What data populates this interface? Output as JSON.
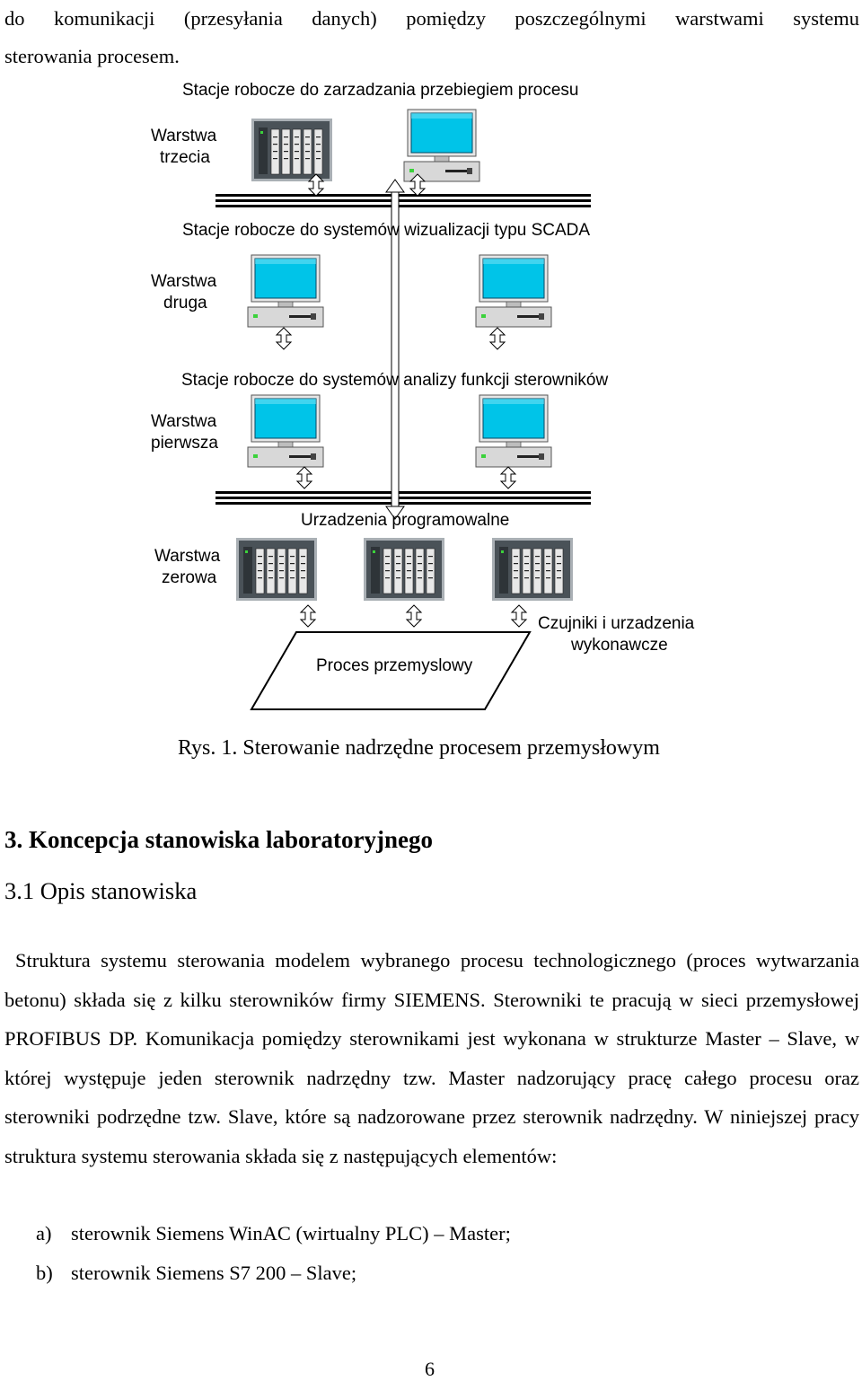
{
  "intro": {
    "line1": "do komunikacji (przesyłania danych) pomiędzy poszczególnymi warstwami systemu",
    "line2": "sterowania procesem."
  },
  "diagram": {
    "layer3_title": "Stacje robocze do zarzadzania przebiegiem procesu",
    "layer3_label_1": "Warstwa",
    "layer3_label_2": "trzecia",
    "layer2_title": "Stacje robocze do systemów wizualizacji typu SCADA",
    "layer2_label_1": "Warstwa",
    "layer2_label_2": "druga",
    "layer1_title": "Stacje robocze do systemów analizy funkcji sterowników",
    "layer1_label_1": "Warstwa",
    "layer1_label_2": "pierwsza",
    "layer0_title": "Urzadzenia programowalne",
    "layer0_label_1": "Warstwa",
    "layer0_label_2": "zerowa",
    "sensors_1": "Czujniki i urzadzenia",
    "sensors_2": "wykonawcze",
    "process": "Proces przemyslowy"
  },
  "caption": "Rys. 1. Sterowanie nadrzędne procesem przemysłowym",
  "section_title": "3. Koncepcja stanowiska laboratoryjnego",
  "subsection_title": "3.1 Opis stanowiska",
  "paragraph": "Struktura systemu sterowania modelem wybranego procesu technologicznego (proces wytwarzania betonu) składa się z kilku sterowników firmy SIEMENS. Sterowniki te pracują w sieci przemysłowej PROFIBUS DP. Komunikacja pomiędzy sterownikami jest wykonana w strukturze Master – Slave, w której występuje jeden sterownik nadrzędny tzw. Master nadzorujący pracę całego procesu oraz sterowniki podrzędne tzw. Slave, które są nadzorowane przez sterownik nadrzędny. W niniejszej pracy struktura systemu sterowania składa się z następujących elementów:",
  "list": [
    {
      "marker": "a)",
      "text": "sterownik Siemens WinAC (wirtualny PLC) – Master;"
    },
    {
      "marker": "b)",
      "text": "sterownik Siemens S7 200 – Slave;"
    }
  ],
  "page_number": "6",
  "colors": {
    "monitor_screen": "#00c4e8",
    "monitor_body": "#d8d8d8",
    "plc_body": "#4a5258",
    "bus": "#000000"
  },
  "icons": [
    "workstation-icon",
    "plc-rack-icon",
    "double-arrow-icon"
  ]
}
